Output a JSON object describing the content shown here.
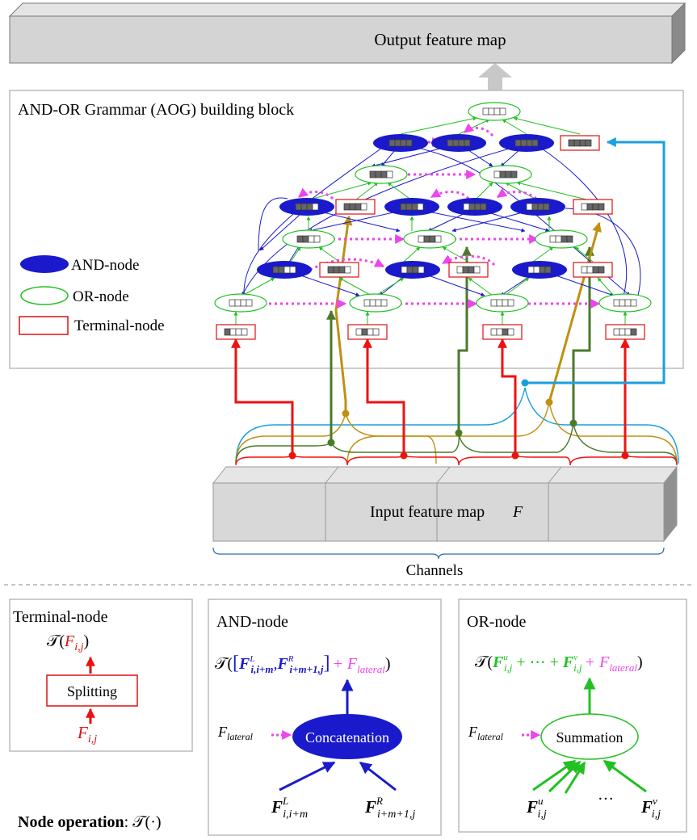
{
  "output_map": {
    "label": "Output feature map"
  },
  "aog_block": {
    "title": "AND-OR Grammar (AOG) building block"
  },
  "legend": {
    "and_node": "AND-node",
    "or_node": "OR-node",
    "terminal_node": "Terminal-node"
  },
  "input_map": {
    "label": "Input feature map",
    "symbol": "F",
    "channels_label": "Channels"
  },
  "panels": {
    "terminal": {
      "title": "Terminal-node",
      "box_label": "Splitting",
      "top_T": "𝒯(",
      "top_F": "F",
      "top_sub": "i,j",
      "top_close": ")",
      "bottom_F": "F",
      "bottom_sub": "i,j"
    },
    "and": {
      "title": "AND-node",
      "node_label": "Concatenation",
      "lateral": "F",
      "lateral_sub": "lateral",
      "formula_T": "𝒯(",
      "formula_open": "[",
      "formula_F1": "F",
      "formula_F1_sup": "L",
      "formula_F1_sub": "i,i+m",
      "formula_comma": ",",
      "formula_F2": "F",
      "formula_F2_sup": "R",
      "formula_F2_sub": "i+m+1,j",
      "formula_close": "]",
      "formula_plus": "+ F",
      "formula_lat_sub": "lateral",
      "formula_end": ")",
      "in1": "F",
      "in1_sup": "L",
      "in1_sub": "i,i+m",
      "in2": "F",
      "in2_sup": "R",
      "in2_sub": "i+m+1,j"
    },
    "or": {
      "title": "OR-node",
      "node_label": "Summation",
      "lateral": "F",
      "lateral_sub": "lateral",
      "formula_T": "𝒯(",
      "formula_F1": "F",
      "formula_F1_sup": "u",
      "formula_F1_sub": "i,j",
      "formula_mid": " + ⋯ + ",
      "formula_F2": "F",
      "formula_F2_sup": "v",
      "formula_F2_sub": "i,j",
      "formula_plus": "+ F",
      "formula_lat_sub": "lateral",
      "formula_end": ")",
      "in1": "F",
      "in1_sup": "u",
      "in1_sub": "i,j",
      "dots": "…",
      "in2": "F",
      "in2_sup": "v",
      "in2_sub": "i,j"
    }
  },
  "footer": {
    "label": "Node operation",
    "op": ": 𝒯(·)"
  },
  "colors": {
    "and_fill": "#1a1acc",
    "or_stroke": "#22c022",
    "terminal_stroke": "#dd1111",
    "lateral": "#ee44ee",
    "input_red": "#ee1111",
    "input_green": "#4a7a2a",
    "input_gold": "#c09010",
    "input_cyan": "#1aa0dd"
  }
}
